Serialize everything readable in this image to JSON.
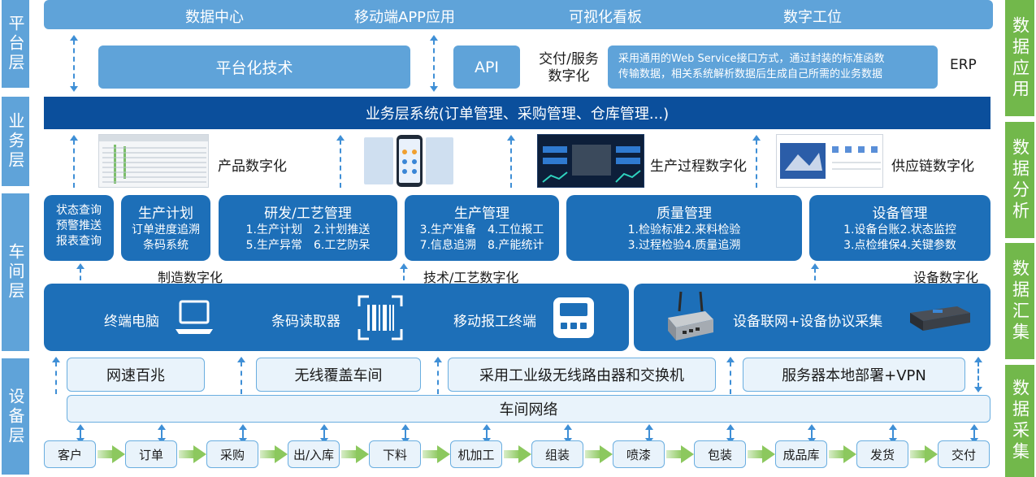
{
  "layers": {
    "platform": "平台层",
    "business": "业务层",
    "workshop": "车间层",
    "device": "设备层"
  },
  "stages": {
    "application": "数据应用",
    "analysis": "数据分析",
    "aggregation": "数据汇集",
    "collection": "数据采集"
  },
  "platform": {
    "top_items": [
      "数据中心",
      "移动端APP应用",
      "可视化看板",
      "数字工位"
    ],
    "tech": "平台化技术",
    "api": "API",
    "delivery_line1": "交付/服务",
    "delivery_line2": "数字化",
    "webservice_line1": "采用通用的Web Service接口方式，通过封装的标准函数",
    "webservice_line2": "传输数据，相关系统解析数据后生成自己所需的业务数据",
    "erp": "ERP"
  },
  "business": {
    "system": "业务层系统(订单管理、采购管理、仓库管理...)",
    "product_digital": "产品数字化",
    "production_digital": "生产过程数字化",
    "supply_digital": "供应链数字化"
  },
  "modules": {
    "status": [
      "状态查询",
      "预警推送",
      "报表查询"
    ],
    "plan": {
      "title": "生产计划",
      "lines": [
        "订单进度追溯",
        "条码系统"
      ]
    },
    "rd": {
      "title": "研发/工艺管理",
      "lines": [
        "1.生产计划　2.计划推送",
        "5.生产异常　6.工艺防呆"
      ]
    },
    "prod": {
      "title": "生产管理",
      "lines": [
        "3.生产准备　4.工位报工",
        "7.信息追溯　8.产能统计"
      ]
    },
    "quality": {
      "title": "质量管理",
      "lines": [
        "1.检验标准2.来料检验",
        "3.过程检验4.质量追溯"
      ]
    },
    "equip": {
      "title": "设备管理",
      "lines": [
        "1.设备台账2.状态监控",
        "3.点检维保4.关键参数"
      ]
    }
  },
  "digitalization": {
    "manufacturing": "制造数字化",
    "technology": "技术/工艺数字化",
    "equipment": "设备数字化"
  },
  "terminals": {
    "pc": "终端电脑",
    "barcode": "条码读取器",
    "mobile": "移动报工终端",
    "iot": "设备联网+设备协议采集"
  },
  "network": {
    "items": [
      "网速百兆",
      "无线覆盖车间",
      "采用工业级无线路由器和交换机",
      "服务器本地部署+VPN"
    ],
    "bar": "车间网络"
  },
  "process": [
    "客户",
    "订单",
    "采购",
    "出/入库",
    "下料",
    "机加工",
    "组装",
    "喷漆",
    "包装",
    "成品库",
    "发货",
    "交付"
  ]
}
